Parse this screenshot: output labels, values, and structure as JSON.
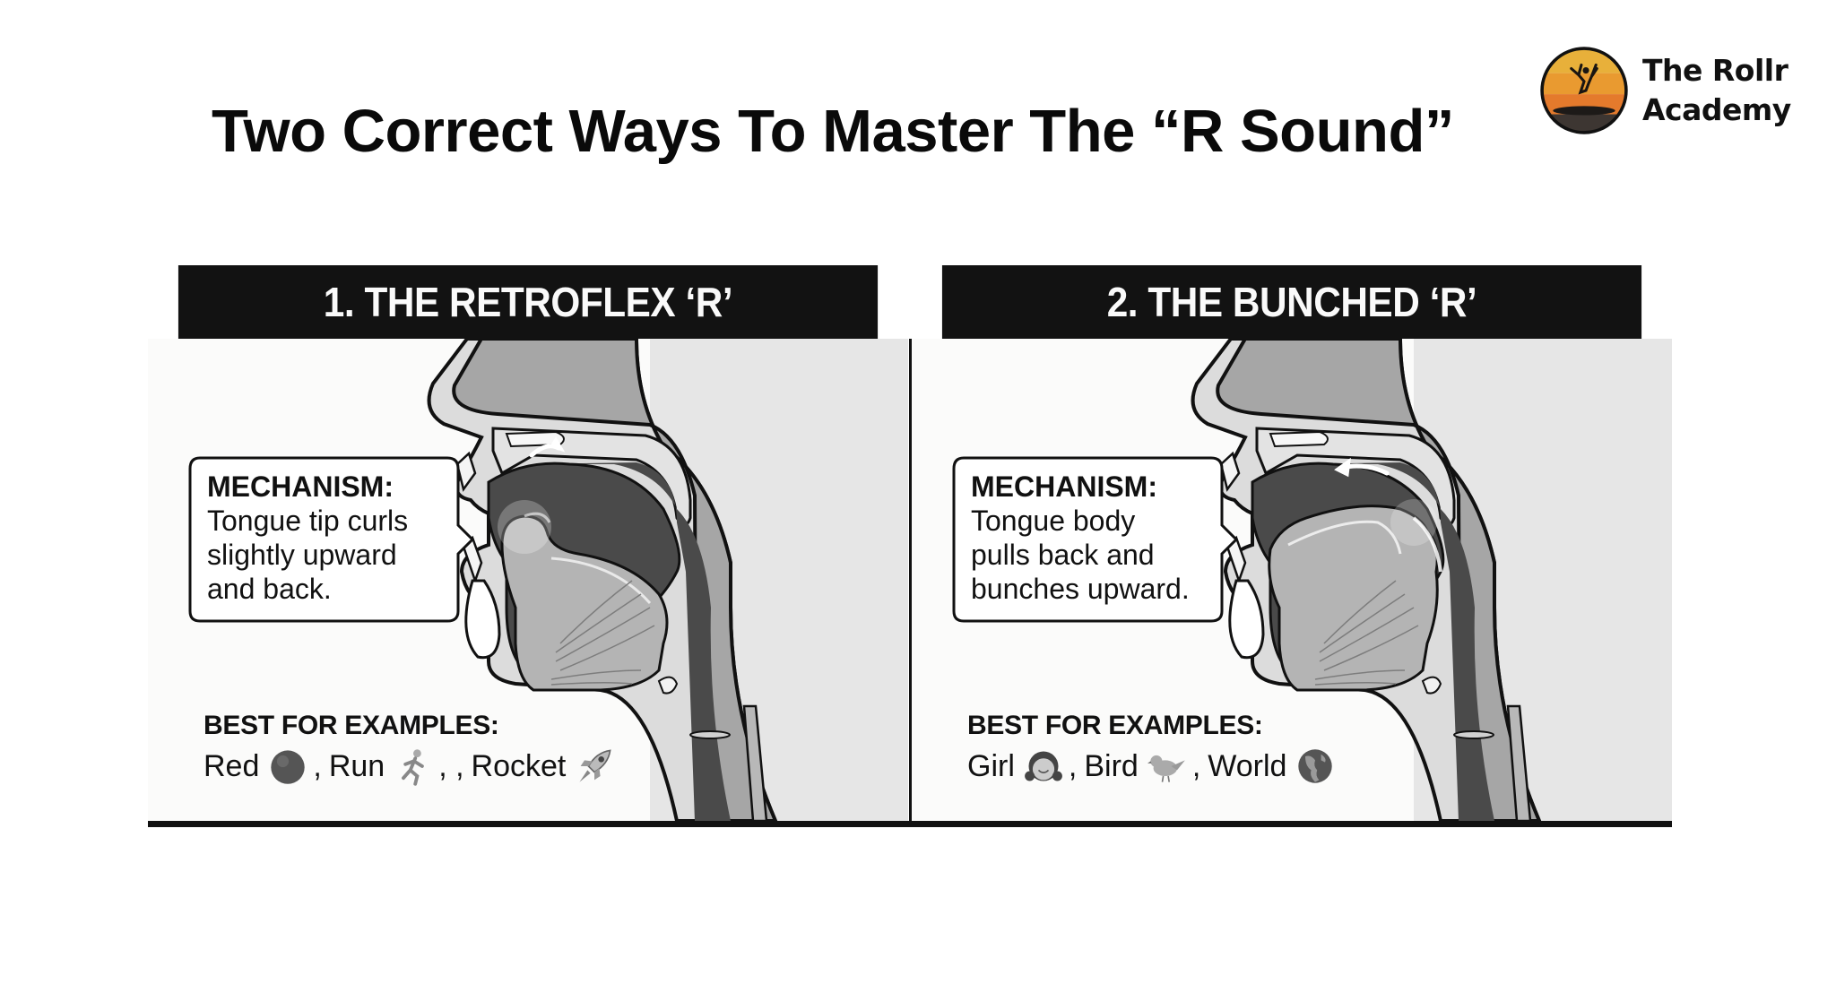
{
  "header": {
    "title": "Two Correct Ways To Master The “R Sound”"
  },
  "logo": {
    "line1": "The Rollr",
    "line2": "Academy",
    "colors": [
      "#e8b03a",
      "#e99a30",
      "#e47a2c",
      "#3d3632"
    ]
  },
  "panels": [
    {
      "heading": "1. THE RETROFLEX ‘R’",
      "mechanism": {
        "title": "MECHANISM:",
        "lines": [
          "Tongue tip curls",
          "slightly upward",
          "and back."
        ]
      },
      "examples": {
        "title": "BEST FOR EXAMPLES:",
        "items": [
          {
            "word": "Red",
            "icon": "red-circle-icon",
            "sep": ","
          },
          {
            "word": "Run",
            "icon": "running-person-icon",
            "sep": ", ,"
          },
          {
            "word": "Rocket",
            "icon": "rocket-icon",
            "sep": ""
          }
        ]
      },
      "arrow_direction": "forward-up"
    },
    {
      "heading": "2. THE BUNCHED ‘R’",
      "mechanism": {
        "title": "MECHANISM:",
        "lines": [
          "Tongue body",
          "pulls back and",
          "bunches upward."
        ]
      },
      "examples": {
        "title": "BEST FOR EXAMPLES:",
        "items": [
          {
            "word": "Girl",
            "icon": "girl-face-icon",
            "sep": ","
          },
          {
            "word": "Bird",
            "icon": "bird-icon",
            "sep": ","
          },
          {
            "word": "World",
            "icon": "globe-icon",
            "sep": ""
          }
        ]
      },
      "arrow_direction": "backward"
    }
  ],
  "colors": {
    "header_bg": "#121212",
    "header_text": "#fafafa",
    "panel_bg": "#fbfbfa",
    "tissue_light": "#dcdcdc",
    "tissue_mid": "#a6a6a6",
    "cavity_dark": "#4a4a4a",
    "outline": "#111111"
  }
}
